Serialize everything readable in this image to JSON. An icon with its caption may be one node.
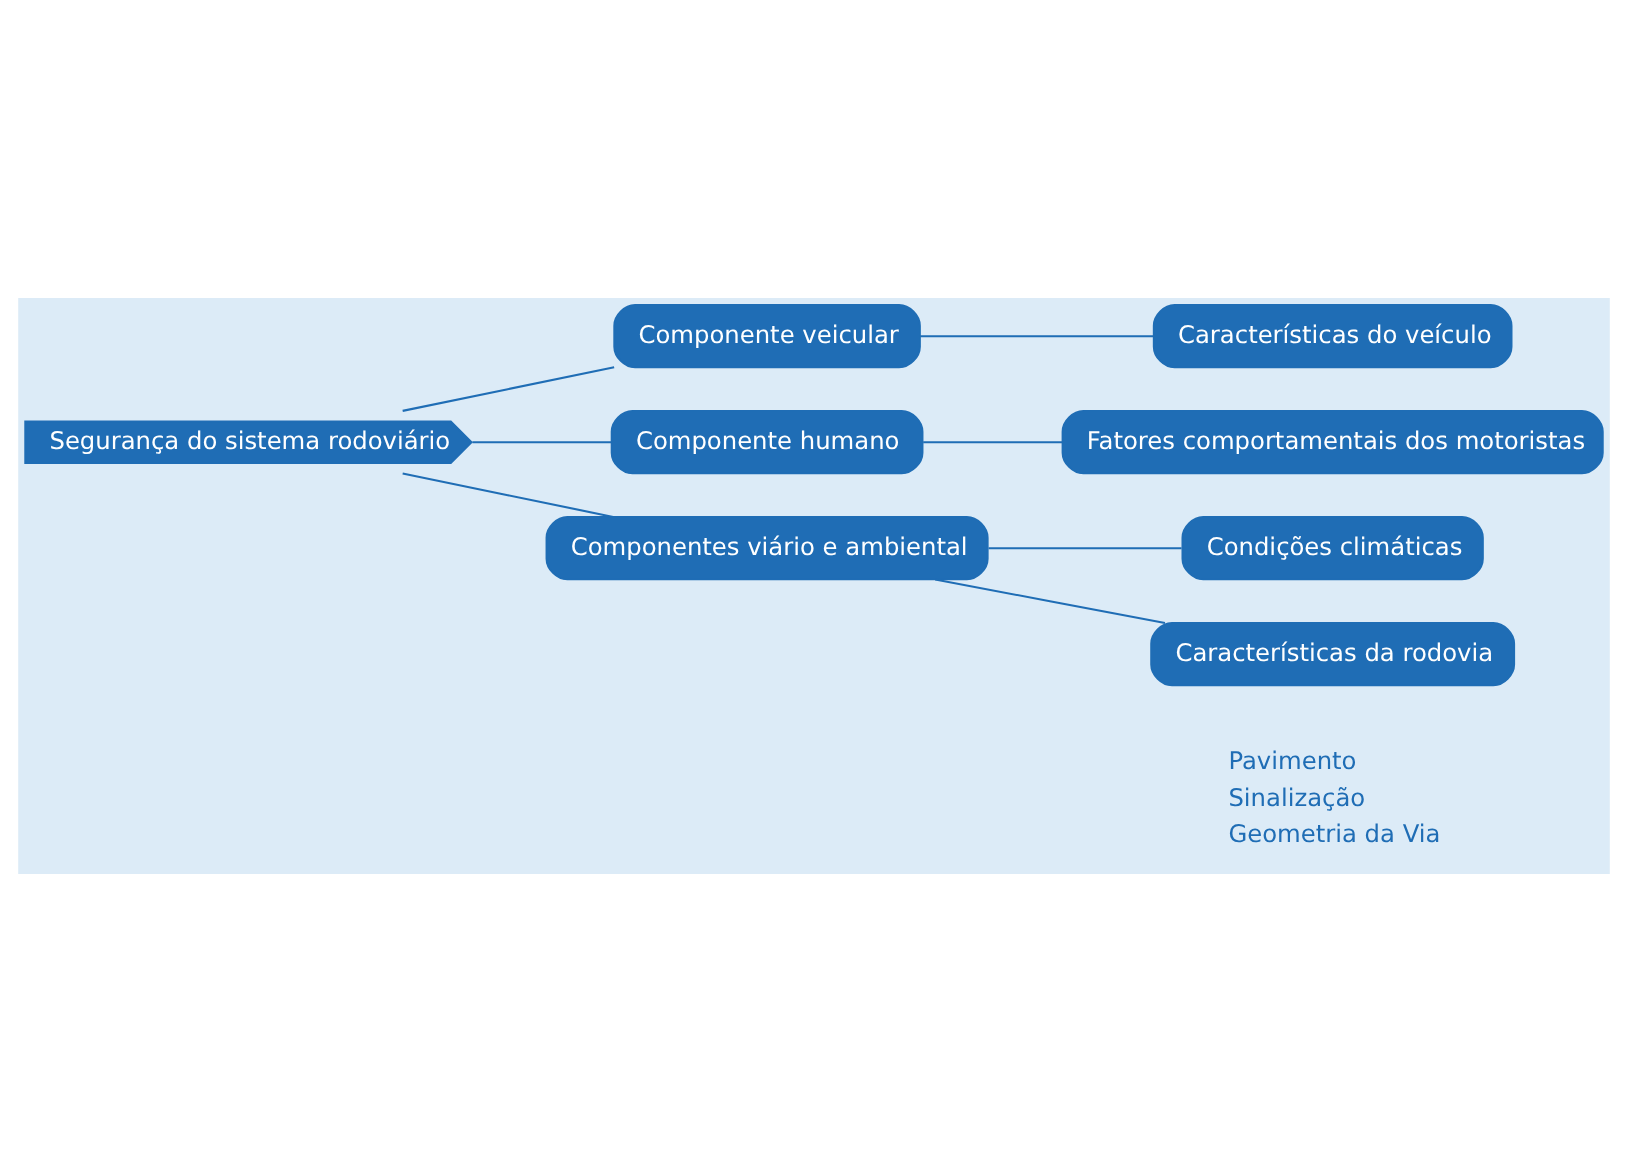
{
  "diagram": {
    "nodes": [
      {
        "text": [
          "Segurança do sistema rodoviário"
        ]
      },
      {
        "text": [
          "Componente veicular"
        ]
      },
      {
        "text": [
          "Características do veículo"
        ]
      },
      {
        "text": [
          "Componente humano"
        ]
      },
      {
        "text": [
          "Fatores comportamentais dos motoristas"
        ]
      },
      {
        "text": [
          "Componentes viário e ambiental"
        ]
      },
      {
        "text": [
          "Condições climáticas"
        ]
      },
      {
        "text": [
          "Características da rodovia"
        ],
        "beside": [
          "Pavimento",
          "Sinalização",
          "Geometria da Via"
        ]
      }
    ],
    "edges": [
      {
        "from": 0,
        "to": 1,
        "arrow": "none"
      },
      {
        "from": 1,
        "to": 2,
        "arrow": "none"
      },
      {
        "from": 0,
        "to": 3,
        "arrow": "none"
      },
      {
        "from": 3,
        "to": 4,
        "arrow": "none"
      },
      {
        "from": 0,
        "to": 5,
        "arrow": "none"
      },
      {
        "from": 5,
        "to": 6,
        "arrow": "none"
      },
      {
        "from": 5,
        "to": 7,
        "arrow": "none"
      }
    ]
  }
}
